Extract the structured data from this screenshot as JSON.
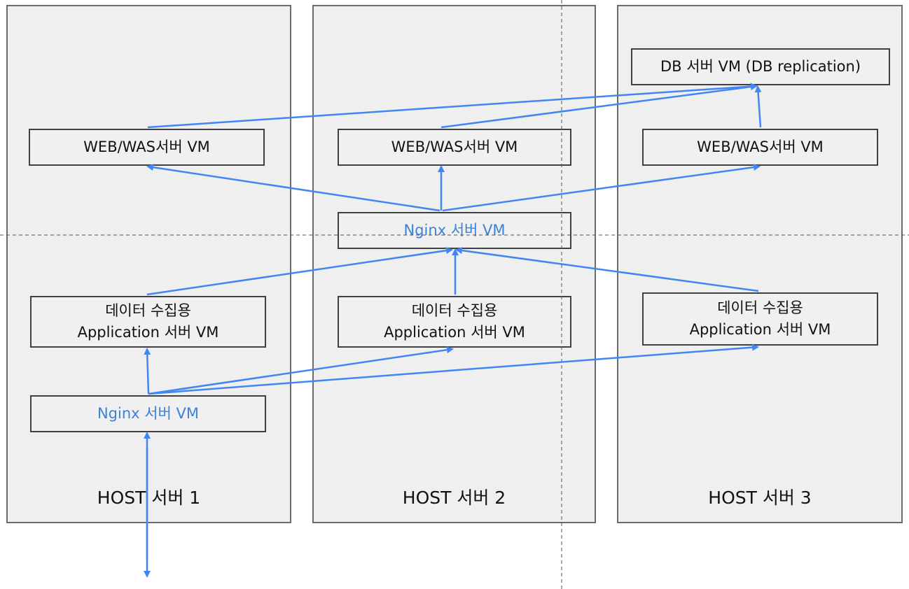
{
  "colors": {
    "arrow": "#4285f4",
    "nginx_text": "#3b82d8",
    "host_background": "#efefef",
    "box_border": "#404040"
  },
  "hosts": [
    {
      "label": "HOST 서버 1"
    },
    {
      "label": "HOST 서버 2"
    },
    {
      "label": "HOST 서버 3"
    }
  ],
  "vms": {
    "db": {
      "label": "DB 서버 VM (DB replication)"
    },
    "web_was_1": {
      "label": "WEB/WAS서버 VM"
    },
    "web_was_2": {
      "label": "WEB/WAS서버 VM"
    },
    "web_was_3": {
      "label": "WEB/WAS서버 VM"
    },
    "nginx_internal": {
      "label": "Nginx 서버 VM"
    },
    "app_1": {
      "line1": "데이터 수집용",
      "line2": "Application 서버 VM"
    },
    "app_2": {
      "line1": "데이터 수집용",
      "line2": "Application 서버 VM"
    },
    "app_3": {
      "line1": "데이터 수집용",
      "line2": "Application 서버 VM"
    },
    "nginx_entry": {
      "label": "Nginx 서버 VM"
    }
  }
}
